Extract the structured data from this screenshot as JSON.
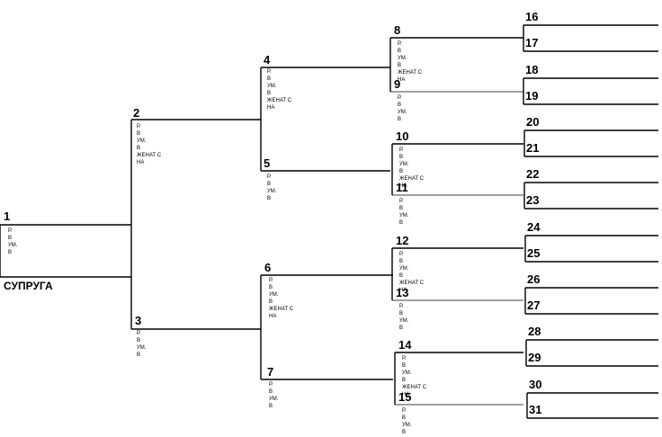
{
  "caption": "СУПРУГА",
  "labels": {
    "born": "Р.",
    "in": "В",
    "died": "УМ.",
    "married": "ЖЕНАТ С",
    "on": "НА"
  },
  "persons": [
    {
      "n": "1"
    },
    {
      "n": "2"
    },
    {
      "n": "3"
    },
    {
      "n": "4"
    },
    {
      "n": "5"
    },
    {
      "n": "6"
    },
    {
      "n": "7"
    },
    {
      "n": "8"
    },
    {
      "n": "9"
    },
    {
      "n": "10"
    },
    {
      "n": "11"
    },
    {
      "n": "12"
    },
    {
      "n": "13"
    },
    {
      "n": "14"
    },
    {
      "n": "15"
    },
    {
      "n": "16"
    },
    {
      "n": "17"
    },
    {
      "n": "18"
    },
    {
      "n": "19"
    },
    {
      "n": "20"
    },
    {
      "n": "21"
    },
    {
      "n": "22"
    },
    {
      "n": "23"
    },
    {
      "n": "24"
    },
    {
      "n": "25"
    },
    {
      "n": "26"
    },
    {
      "n": "27"
    },
    {
      "n": "28"
    },
    {
      "n": "29"
    },
    {
      "n": "30"
    },
    {
      "n": "31"
    }
  ]
}
